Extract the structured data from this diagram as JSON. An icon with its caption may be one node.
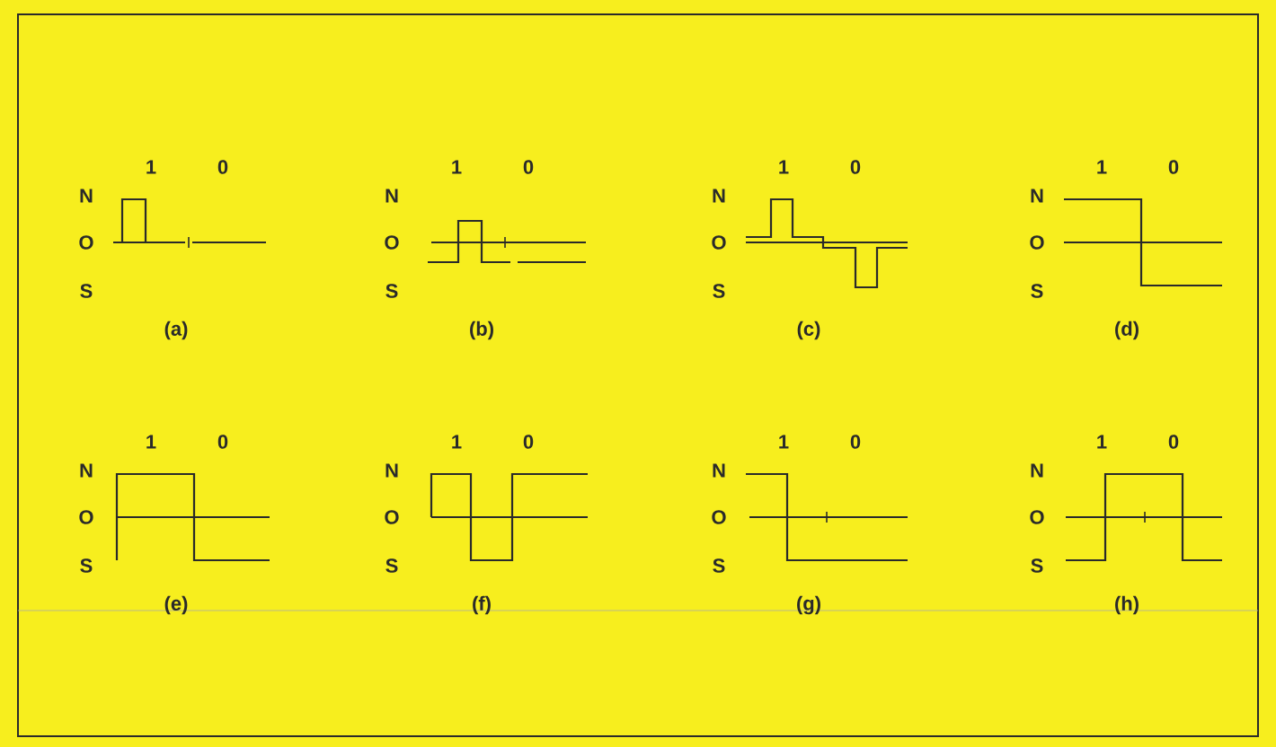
{
  "diagram": {
    "labels": [
      "1",
      "0",
      "N",
      "O",
      "S",
      "(a)",
      "1",
      "0",
      "N",
      "O",
      "S",
      "(b)",
      "1",
      "0",
      "N",
      "O",
      "S",
      "(c)",
      "1",
      "0",
      "N",
      "O",
      "S",
      "(d)",
      "1",
      "0",
      "N",
      "O",
      "S",
      "(e)",
      "1",
      "0",
      "N",
      "O",
      "S",
      "(f)",
      "1",
      "0",
      "N",
      "O",
      "S",
      "(g)",
      "1",
      "0",
      "N",
      "O",
      "S",
      "(h)"
    ]
  }
}
